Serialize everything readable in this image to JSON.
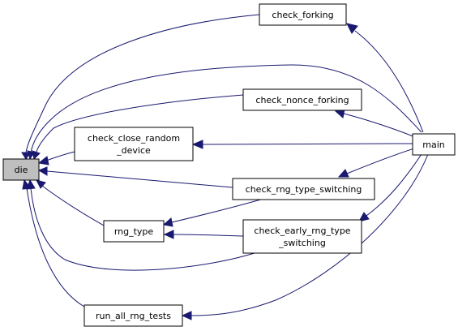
{
  "graph": {
    "nodes": {
      "die": {
        "label": "die",
        "label2": ""
      },
      "check_forking": {
        "label": "check_forking",
        "label2": ""
      },
      "check_nonce_forking": {
        "label": "check_nonce_forking",
        "label2": ""
      },
      "check_close_random_device": {
        "label": "check_close_random",
        "label2": "_device"
      },
      "check_rng_type_switching": {
        "label": "check_rng_type_switching",
        "label2": ""
      },
      "rng_type": {
        "label": "rng_type",
        "label2": ""
      },
      "check_early_rng_type_switching": {
        "label": "check_early_rng_type",
        "label2": "_switching"
      },
      "run_all_rng_tests": {
        "label": "run_all_rng_tests",
        "label2": ""
      },
      "main": {
        "label": "main",
        "label2": ""
      }
    },
    "edges": [
      {
        "from": "check_forking",
        "to": "die"
      },
      {
        "from": "main",
        "to": "die"
      },
      {
        "from": "check_nonce_forking",
        "to": "die"
      },
      {
        "from": "check_close_random_device",
        "to": "die"
      },
      {
        "from": "check_rng_type_switching",
        "to": "die"
      },
      {
        "from": "rng_type",
        "to": "die"
      },
      {
        "from": "check_early_rng_type_switching",
        "to": "die"
      },
      {
        "from": "run_all_rng_tests",
        "to": "die"
      },
      {
        "from": "main",
        "to": "check_forking"
      },
      {
        "from": "main",
        "to": "check_nonce_forking"
      },
      {
        "from": "main",
        "to": "check_close_random_device"
      },
      {
        "from": "main",
        "to": "check_rng_type_switching"
      },
      {
        "from": "main",
        "to": "check_early_rng_type_switching"
      },
      {
        "from": "main",
        "to": "run_all_rng_tests"
      },
      {
        "from": "check_rng_type_switching",
        "to": "rng_type"
      },
      {
        "from": "check_early_rng_type_switching",
        "to": "rng_type"
      }
    ],
    "colors": {
      "edge": "#191970",
      "root_fill": "#bfbfbf",
      "node_fill": "#ffffff",
      "border": "#000000"
    }
  }
}
